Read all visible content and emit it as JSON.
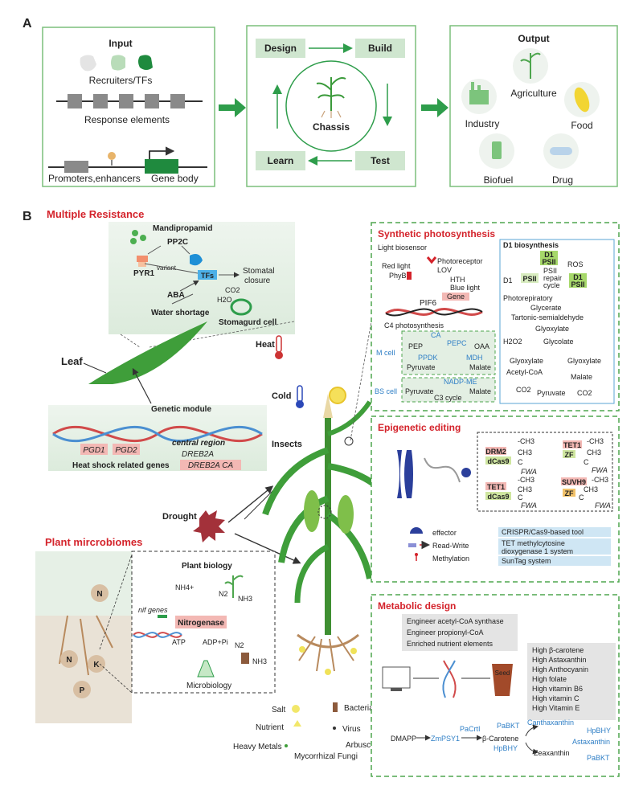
{
  "panelA": {
    "letter": "A",
    "input": {
      "title": "Input",
      "recruiters": "Recruiters/TFs",
      "response": "Response elements",
      "promoters": "Promoters,enhancers",
      "gene_body": "Gene body"
    },
    "cycle": {
      "design": "Design",
      "build": "Build",
      "test": "Test",
      "learn": "Learn",
      "chassis": "Chassis"
    },
    "output": {
      "title": "Output",
      "agriculture": "Agriculture",
      "industry": "Industry",
      "food": "Food",
      "biofuel": "Biofuel",
      "drug": "Drug"
    },
    "colors": {
      "green": "#2e9d4b",
      "light_green": "#d6ead6",
      "border": "#7bbf7b"
    }
  },
  "panelB": {
    "letter": "B",
    "resistance": {
      "title": "Multiple Resistance",
      "mandipropamid": "Mandipropamid",
      "pp2c": "PP2C",
      "pyr1": "PYR1",
      "variant": "variant",
      "tfs": "TFs",
      "aba": "ABA",
      "co2": "CO2",
      "h2o": "H2O",
      "stomatal": "Stomatal",
      "closure": "closure",
      "water": "Water shortage",
      "stomagurd": "Stomagurd cell",
      "leaf": "Leaf",
      "genetic": "Genetic module",
      "pgd1": "PGD1",
      "pgd2": "PGD2",
      "central": "central region",
      "dreb2a": "DREB2A",
      "heat_genes": "Heat shock related genes",
      "dreb2aca": "DREB2A CA"
    },
    "stress": {
      "heat": "Heat",
      "cold": "Cold",
      "insects": "Insects",
      "drought": "Drought"
    },
    "microbiome": {
      "title": "Plant mircrobiomes",
      "plant_biology": "Plant biology",
      "nif": "nif genes",
      "nh4": "NH4+",
      "n2": "N2",
      "nh3": "NH3",
      "nitrogenase": "Nitrogenase",
      "atp": "ATP",
      "adp": "ADP+Pi",
      "n2b": "N2",
      "nh3b": "NH3",
      "microbiology": "Microbiology",
      "n": "N",
      "k": "K",
      "p": "P"
    },
    "legend": {
      "salt": "Salt",
      "bacteria": "Bacteria",
      "nutrient": "Nutrient",
      "virus": "Virus",
      "heavy": "Heavy Metals",
      "arbuscular": "Arbuscular",
      "myco": "Mycorrhizal Fungi"
    },
    "photosynthesis": {
      "title": "Synthetic photosynthesis",
      "light": "Light biosensor",
      "red_light": "Red light",
      "photoreceptor": "Photoreceptor",
      "lov": "LOV",
      "phyb": "PhyB",
      "hth": "HTH",
      "blue_light": "Blue light",
      "gene": "Gene",
      "pif6": "PIF6",
      "c4": "C4 photosynthesis",
      "m_cell": "M cell",
      "bs_cell": "BS cell",
      "ca": "CA",
      "pepc": "PEPC",
      "pep": "PEP",
      "oaa": "OAA",
      "ppdk": "PPDK",
      "mdh": "MDH",
      "pyruvate": "Pyruvate",
      "malate": "Malate",
      "nadp": "NADP-ME",
      "pyruvate2": "Pyruvate",
      "malate2": "Malate",
      "c3": "C3 cycle",
      "d1_title": "D1 biosynthesis",
      "d1": "D1",
      "psii": "PSII",
      "ros": "ROS",
      "repair": "repair",
      "cycle": "cycle",
      "photoresp": "Photorepiratory",
      "glycerate": "Glycerate",
      "tartonic": "Tartonic-semialdehyde",
      "glyoxylate": "Glyoxylate",
      "h2o2": "H2O2",
      "glycolate": "Glycolate",
      "glyoxylate2": "Glyoxylate",
      "glyoxylate3": "Glyoxylate",
      "acetyl": "Acetyl-CoA",
      "malate3": "Malate",
      "co2": "CO2",
      "pyruvate3": "Pyruvate",
      "co2b": "CO2"
    },
    "epigenetic": {
      "title": "Epigenetic editing",
      "drm2": "DRM2",
      "dcas9": "dCas9",
      "ch3": "-CH3",
      "ch3b": "CH3",
      "c": "C",
      "fwa": "FWA",
      "tet1": "TET1",
      "zf": "ZF",
      "suvh9": "SUVH9",
      "effector": "effector",
      "readwrite": "Read-Write",
      "methylation": "Methylation",
      "tool1": "CRISPR/Cas9-based tool",
      "tool2": "TET methylcytosine dioxygenase 1 system",
      "tool3": "SunTag system"
    },
    "metabolic": {
      "title": "Metabolic design",
      "eng1": "Engineer acetyl-CoA synthase",
      "eng2": "Engineer propionyl-CoA",
      "eng3": "Enriched nutrient elements",
      "seed": "Seed",
      "nutrients": [
        "High β-carotene",
        "High Astaxanthin",
        "High Anthocyanin",
        "High folate",
        "High vitamin B6",
        "High vitamin C",
        "High Vitamin E"
      ],
      "dmapp": "DMAPP",
      "zmpsy1": "ZmPSY1",
      "pacrtl": "PaCrtI",
      "bcarotene": "β-Carotene",
      "pabkt": "PaBKT",
      "canth": "Canthaxanthin",
      "hpbhy": "HpBHY",
      "asta": "Astaxanthin",
      "hpbhy2": "HpBHY",
      "zea": "Zeaxanthin",
      "pabkt2": "PaBKT"
    }
  }
}
